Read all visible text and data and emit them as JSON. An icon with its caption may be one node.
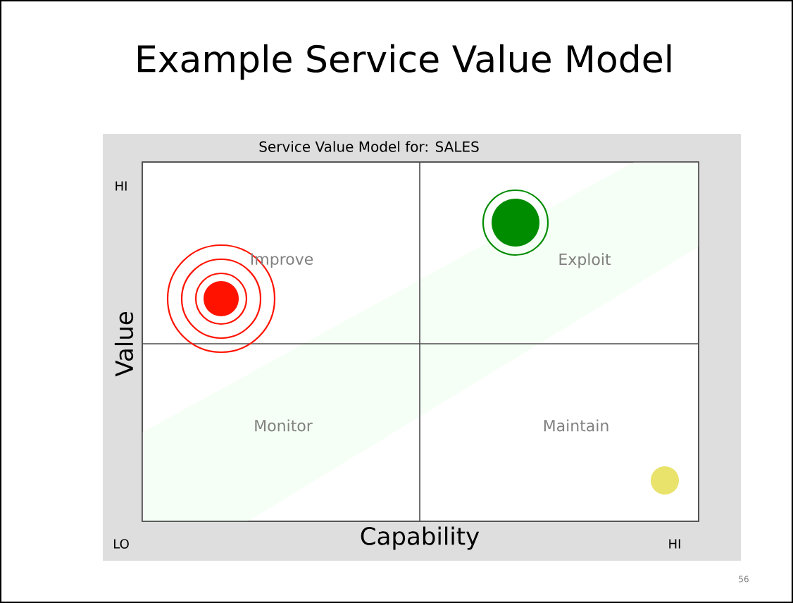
{
  "diagram": {
    "title": "Example Service Value Model",
    "labels": [
      "Service Value Model for: SALES",
      "HI",
      "Improve",
      "Exploit",
      "Value",
      "Monitor",
      "Maintain",
      "LO",
      "Capability",
      "HI",
      "56"
    ]
  }
}
